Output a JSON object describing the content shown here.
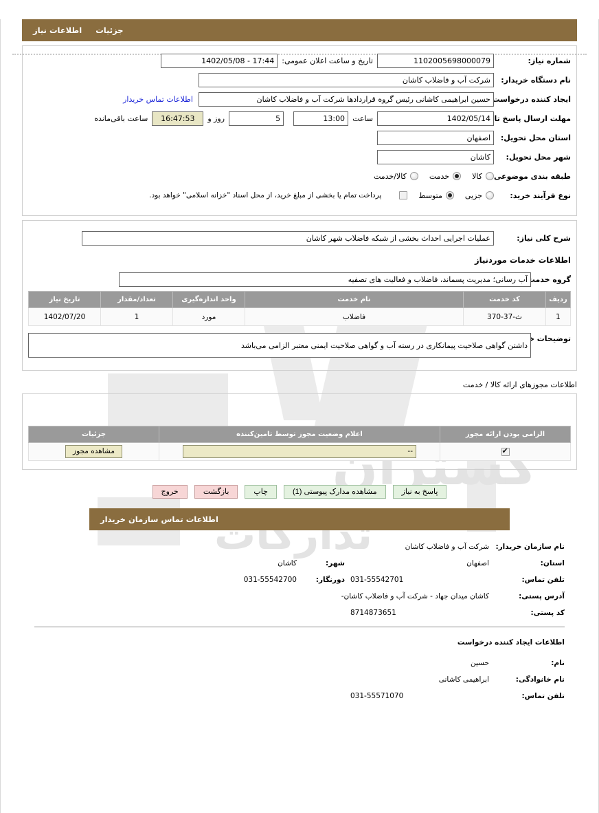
{
  "header": {
    "tabs": [
      {
        "label": "جزئیات"
      },
      {
        "label": "اطلاعات نیاز"
      }
    ]
  },
  "need_info": {
    "need_number_label": "شماره نیاز:",
    "need_number_value": "1102005698000079",
    "announce_label": "تاریخ و ساعت اعلان عمومی:",
    "announce_value": "1402/05/08 - 17:44",
    "buyer_org_label": "نام دستگاه خریدار:",
    "buyer_org_value": "شرکت آب و فاضلاب کاشان",
    "creator_label": "ایجاد کننده درخواست:",
    "creator_value": "حسین ابراهیمی کاشانی رئیس گروه قراردادها شرکت آب و فاضلاب کاشان",
    "buyer_contact_link": "اطلاعات تماس خریدار",
    "deadline_label": "مهلت ارسال پاسخ تا تاریخ:",
    "deadline_date": "1402/05/14",
    "deadline_hour_label": "ساعت",
    "deadline_hour": "13:00",
    "days_value": "5",
    "days_label": "روز و",
    "countdown": "16:47:53",
    "countdown_label": "ساعت باقی‌مانده",
    "province_label": "استان محل تحویل:",
    "province_value": "اصفهان",
    "city_label": "شهر محل تحویل:",
    "city_value": "کاشان",
    "classification_label": "طبقه بندی موضوعی:",
    "classification_options": [
      {
        "label": "کالا",
        "selected": false
      },
      {
        "label": "خدمت",
        "selected": true
      },
      {
        "label": "کالا/خدمت",
        "selected": false
      }
    ],
    "process_label": "نوع فرآیند خرید:",
    "process_options": [
      {
        "label": "جزیی",
        "selected": false
      },
      {
        "label": "متوسط",
        "selected": true
      }
    ],
    "treasury_checkbox_checked": false,
    "treasury_note": "پرداخت تمام یا بخشی از مبلغ خرید، از محل اسناد \"خزانه اسلامی\" خواهد بود."
  },
  "description": {
    "general_label": "شرح کلی نیاز:",
    "general_value": "عملیات اجرایی احداث بخشی از شبکه فاضلاب شهر کاشان",
    "services_heading": "اطلاعات خدمات موردنیاز",
    "group_label": "گروه خدمت:",
    "group_value": "آب رسانی؛ مدیریت پسماند، فاضلاب و فعالیت های تصفیه"
  },
  "services_table": {
    "columns": [
      "ردیف",
      "کد خدمت",
      "نام خدمت",
      "واحد اندازه‌گیری",
      "تعداد/مقدار",
      "تاریخ نیاز"
    ],
    "rows": [
      {
        "index": "1",
        "code": "ث-37-370",
        "name": "فاضلاب",
        "unit": "مورد",
        "qty": "1",
        "date": "1402/07/20"
      }
    ]
  },
  "buyer_notes": {
    "label": "توضیحات خریدار:",
    "value": "داشتن گواهی صلاحیت پیمانکاری در رسته آب و گواهی صلاحیت ایمنی معتبر الزامی می‌باشد"
  },
  "licenses": {
    "heading": "اطلاعات مجوزهای ارائه کالا / خدمت",
    "columns": [
      "الزامی بودن ارائه مجوز",
      "اعلام وضعیت مجوز توسط تامین‌کننده",
      "جزئیات"
    ],
    "rows": [
      {
        "required_checked": true,
        "status": "--",
        "details_button": "مشاهده مجوز"
      }
    ]
  },
  "actions": [
    {
      "label": "پاسخ به نیاز",
      "kind": "normal"
    },
    {
      "label": "مشاهده مدارک پیوستی (1)",
      "kind": "normal"
    },
    {
      "label": "چاپ",
      "kind": "normal"
    },
    {
      "label": "بازگشت",
      "kind": "danger"
    },
    {
      "label": "خروج",
      "kind": "danger"
    }
  ],
  "contact_section": {
    "bar_title": "اطلاعات تماس سازمان خریدار",
    "org_label": "نام سازمان خریدار:",
    "org_value": "شرکت آب و فاضلاب کاشان",
    "province_label": "استان:",
    "province_value": "اصفهان",
    "city_label": "شهر:",
    "city_value": "کاشان",
    "phone_label": "تلفن تماس:",
    "phone_value": "031-55542701",
    "fax_label": "دورنگار:",
    "fax_value": "031-55542700",
    "address_label": "آدرس پستی:",
    "address_value": "کاشان میدان جهاد - شرکت آب و فاضلاب کاشان-",
    "postal_label": "کد پستی:",
    "postal_value": "8714873651"
  },
  "requester_section": {
    "heading": "اطلاعات ایجاد کننده درخواست",
    "first_name_label": "نام:",
    "first_name_value": "حسین",
    "last_name_label": "نام خانوادگی:",
    "last_name_value": "ابراهیمی کاشانی",
    "phone_label": "تلفن تماس:",
    "phone_value": "031-55571070"
  },
  "watermark": {
    "line1": "گستران",
    "line2": "تدارکات"
  },
  "colors": {
    "bar": "#8a6d3f",
    "link": "#1a24d8",
    "table_header": "#9a9a9a",
    "highlight": "#e8e6c4",
    "button": "#e4f2e0",
    "button_danger": "#f7d6d6"
  }
}
